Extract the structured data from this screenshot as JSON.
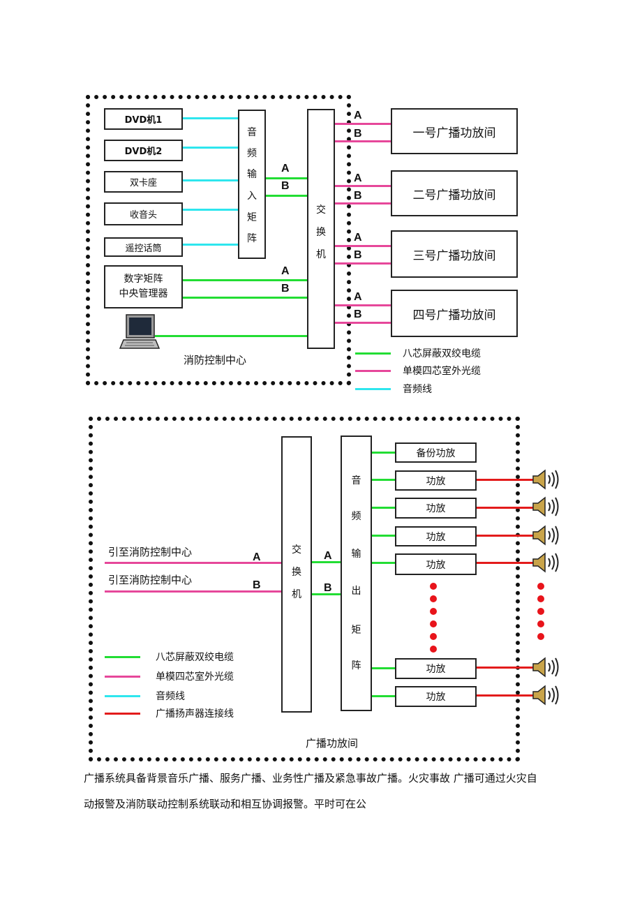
{
  "colors": {
    "green_cable": "#22dd33",
    "pink_fiber": "#e6479a",
    "cyan_audio": "#2ee6ee",
    "red_speaker": "#e31b1b"
  },
  "top": {
    "sources": [
      "DVD机1",
      "DVD机2",
      "双卡座",
      "收音头",
      "遥控话筒"
    ],
    "manager_line1": "数字矩阵",
    "manager_line2": "中央管理器",
    "input_matrix_chars": [
      "音",
      "频",
      "输",
      "入",
      "矩",
      "阵"
    ],
    "switch_chars": [
      "交",
      "换",
      "机"
    ],
    "rooms": [
      "一号广播功放间",
      "二号广播功放间",
      "三号广播功放间",
      "四号广播功放间"
    ],
    "label_a": "A",
    "label_b": "B",
    "area_title": "消防控制中心",
    "legend": [
      "八芯屏蔽双绞电缆",
      "单模四芯室外光缆",
      "音频线"
    ]
  },
  "bottom": {
    "switch_chars": [
      "交",
      "换",
      "机"
    ],
    "output_matrix_chars": [
      "音",
      "频",
      "输",
      "出",
      "矩",
      "阵"
    ],
    "backup_amp": "备份功放",
    "amp": "功放",
    "link_a": "引至消防控制中心",
    "link_b": "引至消防控制中心",
    "label_a": "A",
    "label_b": "B",
    "legend": [
      "八芯屏蔽双绞电缆",
      "单模四芯室外光缆",
      "音频线",
      "广播扬声器连接线"
    ],
    "area_title": "广播功放间"
  },
  "paragraph": {
    "line1": "广播系统具备背景音乐广播、服务广播、业务性广播及紧急事故广播。火灾事故 广播可通过火灾自",
    "line2": "动报警及消防联动控制系统联动和相互协调报警。平时可在公"
  }
}
